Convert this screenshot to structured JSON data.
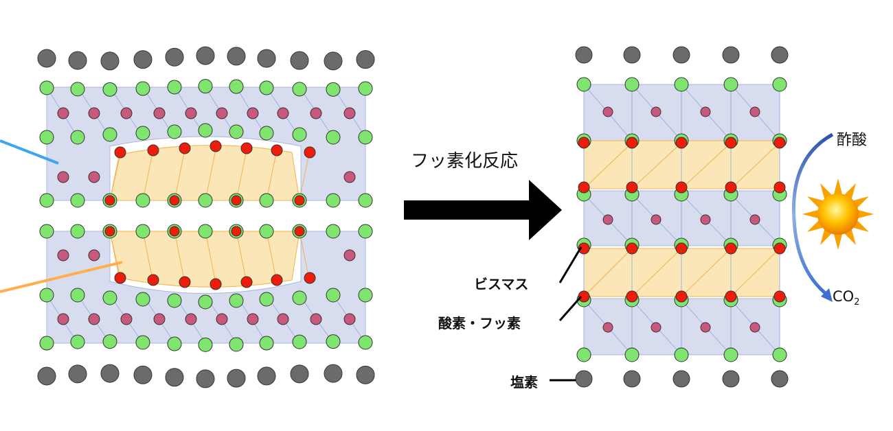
{
  "reaction_label": "フッ素化反応",
  "acetic_acid_label": "酢酸",
  "co2_label": {
    "main": "CO",
    "sub": "2"
  },
  "legend": {
    "bismuth": "ビスマス",
    "oxygen_fluorine": "酸素・フッ素",
    "chlorine": "塩素"
  },
  "colors": {
    "chlorine": "#6b6b6b",
    "bismuth": "#7fe56e",
    "oxygen_fluorine": "#ee1c0a",
    "inner_atom": "#c8587c",
    "perovskite_layer": "#d7ddef",
    "fluorite_layer": "#fbe6b8",
    "arrow": "#000000",
    "blue_line": "#3aa7f0",
    "orange_line": "#ffad4d"
  }
}
